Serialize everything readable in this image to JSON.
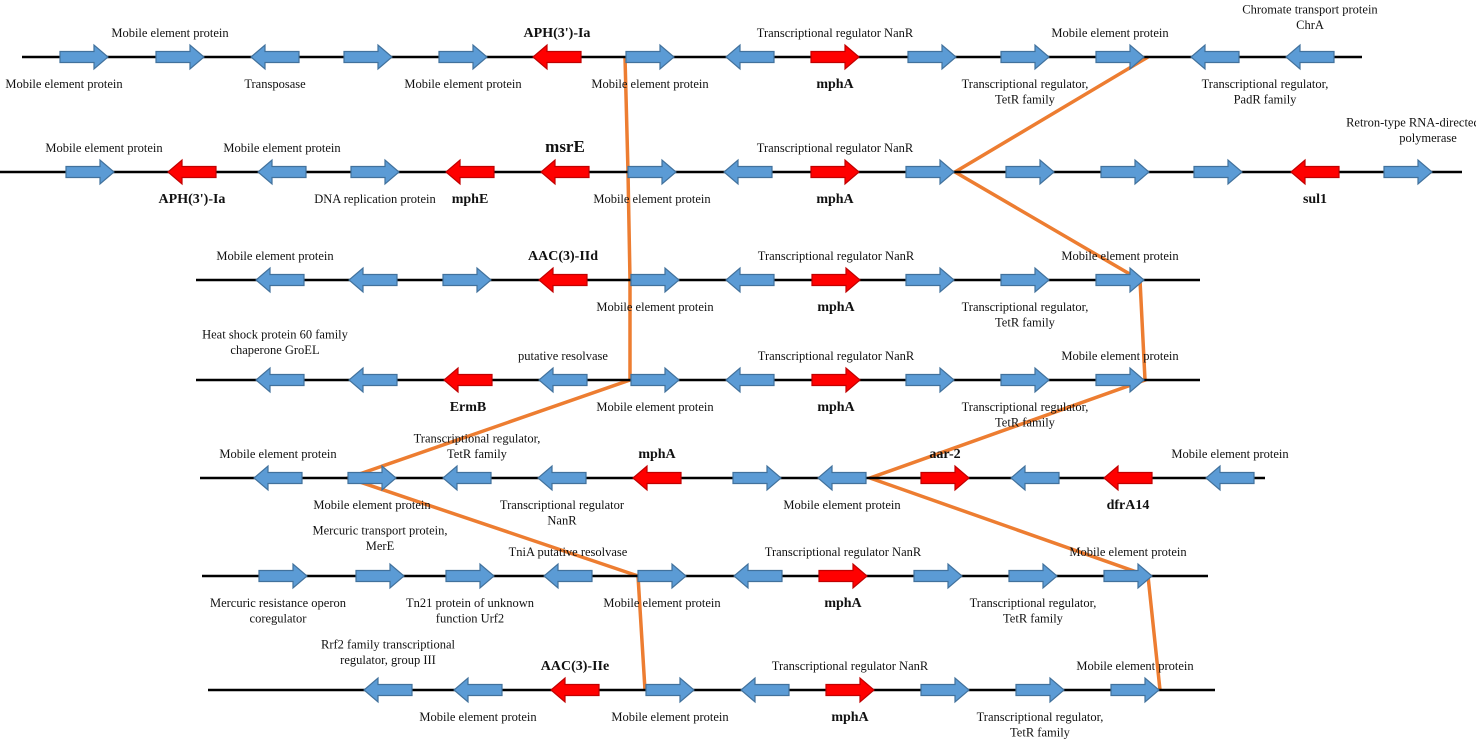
{
  "colors": {
    "backbone": "#000000",
    "gene_other": "#5b9bd5",
    "gene_other_stroke": "#41719c",
    "gene_resistance": "#ff0000",
    "gene_resistance_stroke": "#c00000",
    "connector": "#ed7d31"
  },
  "tracks": [
    {
      "genes": [
        {
          "dir": "right",
          "type": "other",
          "label_above": "",
          "label_below": "Mobile element protein"
        },
        {
          "dir": "right",
          "type": "other",
          "label_above": "Mobile element protein",
          "label_below": ""
        },
        {
          "dir": "left",
          "type": "other",
          "label_above": "",
          "label_below": "Transposase"
        },
        {
          "dir": "right",
          "type": "other",
          "label_above": "",
          "label_below": ""
        },
        {
          "dir": "right",
          "type": "other",
          "label_above": "",
          "label_below": "Mobile element protein"
        },
        {
          "dir": "left",
          "type": "resistance",
          "label_above": "APH(3')-Ia",
          "label_below": ""
        },
        {
          "dir": "right",
          "type": "other",
          "label_above": "",
          "label_below": "Mobile element protein"
        },
        {
          "dir": "left",
          "type": "other",
          "label_above": "",
          "label_below": ""
        },
        {
          "dir": "right",
          "type": "resistance",
          "label_above": "Transcriptional regulator NanR",
          "label_below": "mphA"
        },
        {
          "dir": "right",
          "type": "other",
          "label_above": "",
          "label_below": ""
        },
        {
          "dir": "right",
          "type": "other",
          "label_above": "",
          "label_below": "Transcriptional regulator, TetR family"
        },
        {
          "dir": "right",
          "type": "other",
          "label_above": "Mobile element protein",
          "label_below": ""
        },
        {
          "dir": "left",
          "type": "other",
          "label_above": "",
          "label_below": "Transcriptional regulator, PadR family"
        },
        {
          "dir": "left",
          "type": "other",
          "label_above": "Chromate transport protein ChrA",
          "label_below": ""
        }
      ]
    },
    {
      "genes": [
        {
          "dir": "right",
          "type": "other",
          "label_above": "Mobile element protein",
          "label_below": ""
        },
        {
          "dir": "left",
          "type": "resistance",
          "label_above": "",
          "label_below": "APH(3')-Ia"
        },
        {
          "dir": "left",
          "type": "other",
          "label_above": "Mobile element protein",
          "label_below": ""
        },
        {
          "dir": "right",
          "type": "other",
          "label_above": "",
          "label_below": "DNA replication protein"
        },
        {
          "dir": "left",
          "type": "resistance",
          "label_above": "",
          "label_below": "mphE"
        },
        {
          "dir": "left",
          "type": "resistance",
          "label_above": "msrE",
          "label_below": ""
        },
        {
          "dir": "right",
          "type": "other",
          "label_above": "",
          "label_below": "Mobile element protein"
        },
        {
          "dir": "left",
          "type": "other",
          "label_above": "",
          "label_below": ""
        },
        {
          "dir": "right",
          "type": "resistance",
          "label_above": "Transcriptional regulator NanR",
          "label_below": "mphA"
        },
        {
          "dir": "right",
          "type": "other",
          "label_above": "",
          "label_below": ""
        },
        {
          "dir": "right",
          "type": "other",
          "label_above": "",
          "label_below": ""
        },
        {
          "dir": "right",
          "type": "other",
          "label_above": "",
          "label_below": ""
        },
        {
          "dir": "right",
          "type": "other",
          "label_above": "",
          "label_below": ""
        },
        {
          "dir": "left",
          "type": "resistance",
          "label_above": "",
          "label_below": "sul1"
        },
        {
          "dir": "right",
          "type": "other",
          "label_above": "Retron-type RNA-directed DNA polymerase",
          "label_below": ""
        }
      ]
    },
    {
      "genes": [
        {
          "dir": "left",
          "type": "other",
          "label_above": "Mobile element protein",
          "label_below": ""
        },
        {
          "dir": "left",
          "type": "other",
          "label_above": "",
          "label_below": ""
        },
        {
          "dir": "right",
          "type": "other",
          "label_above": "",
          "label_below": ""
        },
        {
          "dir": "left",
          "type": "resistance",
          "label_above": "AAC(3)-IId",
          "label_below": ""
        },
        {
          "dir": "right",
          "type": "other",
          "label_above": "",
          "label_below": "Mobile element protein"
        },
        {
          "dir": "left",
          "type": "other",
          "label_above": "",
          "label_below": ""
        },
        {
          "dir": "right",
          "type": "resistance",
          "label_above": "Transcriptional regulator NanR",
          "label_below": "mphA"
        },
        {
          "dir": "right",
          "type": "other",
          "label_above": "",
          "label_below": ""
        },
        {
          "dir": "right",
          "type": "other",
          "label_above": "",
          "label_below": "Transcriptional regulator, TetR family"
        },
        {
          "dir": "right",
          "type": "other",
          "label_above": "Mobile element protein",
          "label_below": ""
        }
      ]
    },
    {
      "genes": [
        {
          "dir": "left",
          "type": "other",
          "label_above": "Heat shock protein 60 family chaperone GroEL",
          "label_below": ""
        },
        {
          "dir": "left",
          "type": "other",
          "label_above": "",
          "label_below": ""
        },
        {
          "dir": "left",
          "type": "resistance",
          "label_above": "",
          "label_below": "ErmB"
        },
        {
          "dir": "left",
          "type": "other",
          "label_above": "putative resolvase",
          "label_below": ""
        },
        {
          "dir": "right",
          "type": "other",
          "label_above": "",
          "label_below": "Mobile element protein"
        },
        {
          "dir": "left",
          "type": "other",
          "label_above": "",
          "label_below": ""
        },
        {
          "dir": "right",
          "type": "resistance",
          "label_above": "Transcriptional regulator NanR",
          "label_below": "mphA"
        },
        {
          "dir": "right",
          "type": "other",
          "label_above": "",
          "label_below": ""
        },
        {
          "dir": "right",
          "type": "other",
          "label_above": "",
          "label_below": "Transcriptional regulator, TetR family"
        },
        {
          "dir": "right",
          "type": "other",
          "label_above": "Mobile element protein",
          "label_below": ""
        }
      ]
    },
    {
      "genes": [
        {
          "dir": "left",
          "type": "other",
          "label_above": "Mobile element protein",
          "label_below": ""
        },
        {
          "dir": "right",
          "type": "other",
          "label_above": "",
          "label_below": "Mobile element protein"
        },
        {
          "dir": "left",
          "type": "other",
          "label_above": "Transcriptional regulator, TetR family",
          "label_below": ""
        },
        {
          "dir": "left",
          "type": "other",
          "label_above": "",
          "label_below": "Transcriptional regulator NanR"
        },
        {
          "dir": "left",
          "type": "resistance",
          "label_above": "mphA",
          "label_below": ""
        },
        {
          "dir": "right",
          "type": "other",
          "label_above": "",
          "label_below": ""
        },
        {
          "dir": "left",
          "type": "other",
          "label_above": "",
          "label_below": "Mobile element protein"
        },
        {
          "dir": "right",
          "type": "resistance",
          "label_above": "aar-2",
          "label_below": ""
        },
        {
          "dir": "left",
          "type": "other",
          "label_above": "",
          "label_below": ""
        },
        {
          "dir": "left",
          "type": "resistance",
          "label_above": "",
          "label_below": "dfrA14"
        },
        {
          "dir": "left",
          "type": "other",
          "label_above": "Mobile element protein",
          "label_below": ""
        }
      ]
    },
    {
      "genes": [
        {
          "dir": "right",
          "type": "other",
          "label_above": "",
          "label_below": "Mercuric resistance operon coregulator"
        },
        {
          "dir": "right",
          "type": "other",
          "label_above": "Mercuric transport protein, MerE",
          "label_below": ""
        },
        {
          "dir": "right",
          "type": "other",
          "label_above": "",
          "label_below": "Tn21 protein of unknown function Urf2"
        },
        {
          "dir": "left",
          "type": "other",
          "label_above": "TniA putative resolvase",
          "label_below": ""
        },
        {
          "dir": "right",
          "type": "other",
          "label_above": "",
          "label_below": "Mobile element protein"
        },
        {
          "dir": "left",
          "type": "other",
          "label_above": "",
          "label_below": ""
        },
        {
          "dir": "right",
          "type": "resistance",
          "label_above": "Transcriptional regulator NanR",
          "label_below": "mphA"
        },
        {
          "dir": "right",
          "type": "other",
          "label_above": "",
          "label_below": ""
        },
        {
          "dir": "right",
          "type": "other",
          "label_above": "",
          "label_below": "Transcriptional regulator, TetR family"
        },
        {
          "dir": "right",
          "type": "other",
          "label_above": "Mobile element protein",
          "label_below": ""
        }
      ]
    },
    {
      "genes": [
        {
          "dir": "left",
          "type": "other",
          "label_above": "Rrf2 family transcriptional regulator, group III",
          "label_below": ""
        },
        {
          "dir": "left",
          "type": "other",
          "label_above": "",
          "label_below": "Mobile element protein"
        },
        {
          "dir": "left",
          "type": "resistance",
          "label_above": "AAC(3)-IIe",
          "label_below": ""
        },
        {
          "dir": "right",
          "type": "other",
          "label_above": "",
          "label_below": "Mobile element protein"
        },
        {
          "dir": "left",
          "type": "other",
          "label_above": "",
          "label_below": ""
        },
        {
          "dir": "right",
          "type": "resistance",
          "label_above": "Transcriptional regulator NanR",
          "label_below": "mphA"
        },
        {
          "dir": "right",
          "type": "other",
          "label_above": "",
          "label_below": ""
        },
        {
          "dir": "right",
          "type": "other",
          "label_above": "",
          "label_below": "Transcriptional regulator, TetR family"
        },
        {
          "dir": "right",
          "type": "other",
          "label_above": "Mobile element protein",
          "label_below": ""
        }
      ]
    }
  ],
  "connectors": [
    {
      "name": "connector-left"
    },
    {
      "name": "connector-right"
    }
  ]
}
